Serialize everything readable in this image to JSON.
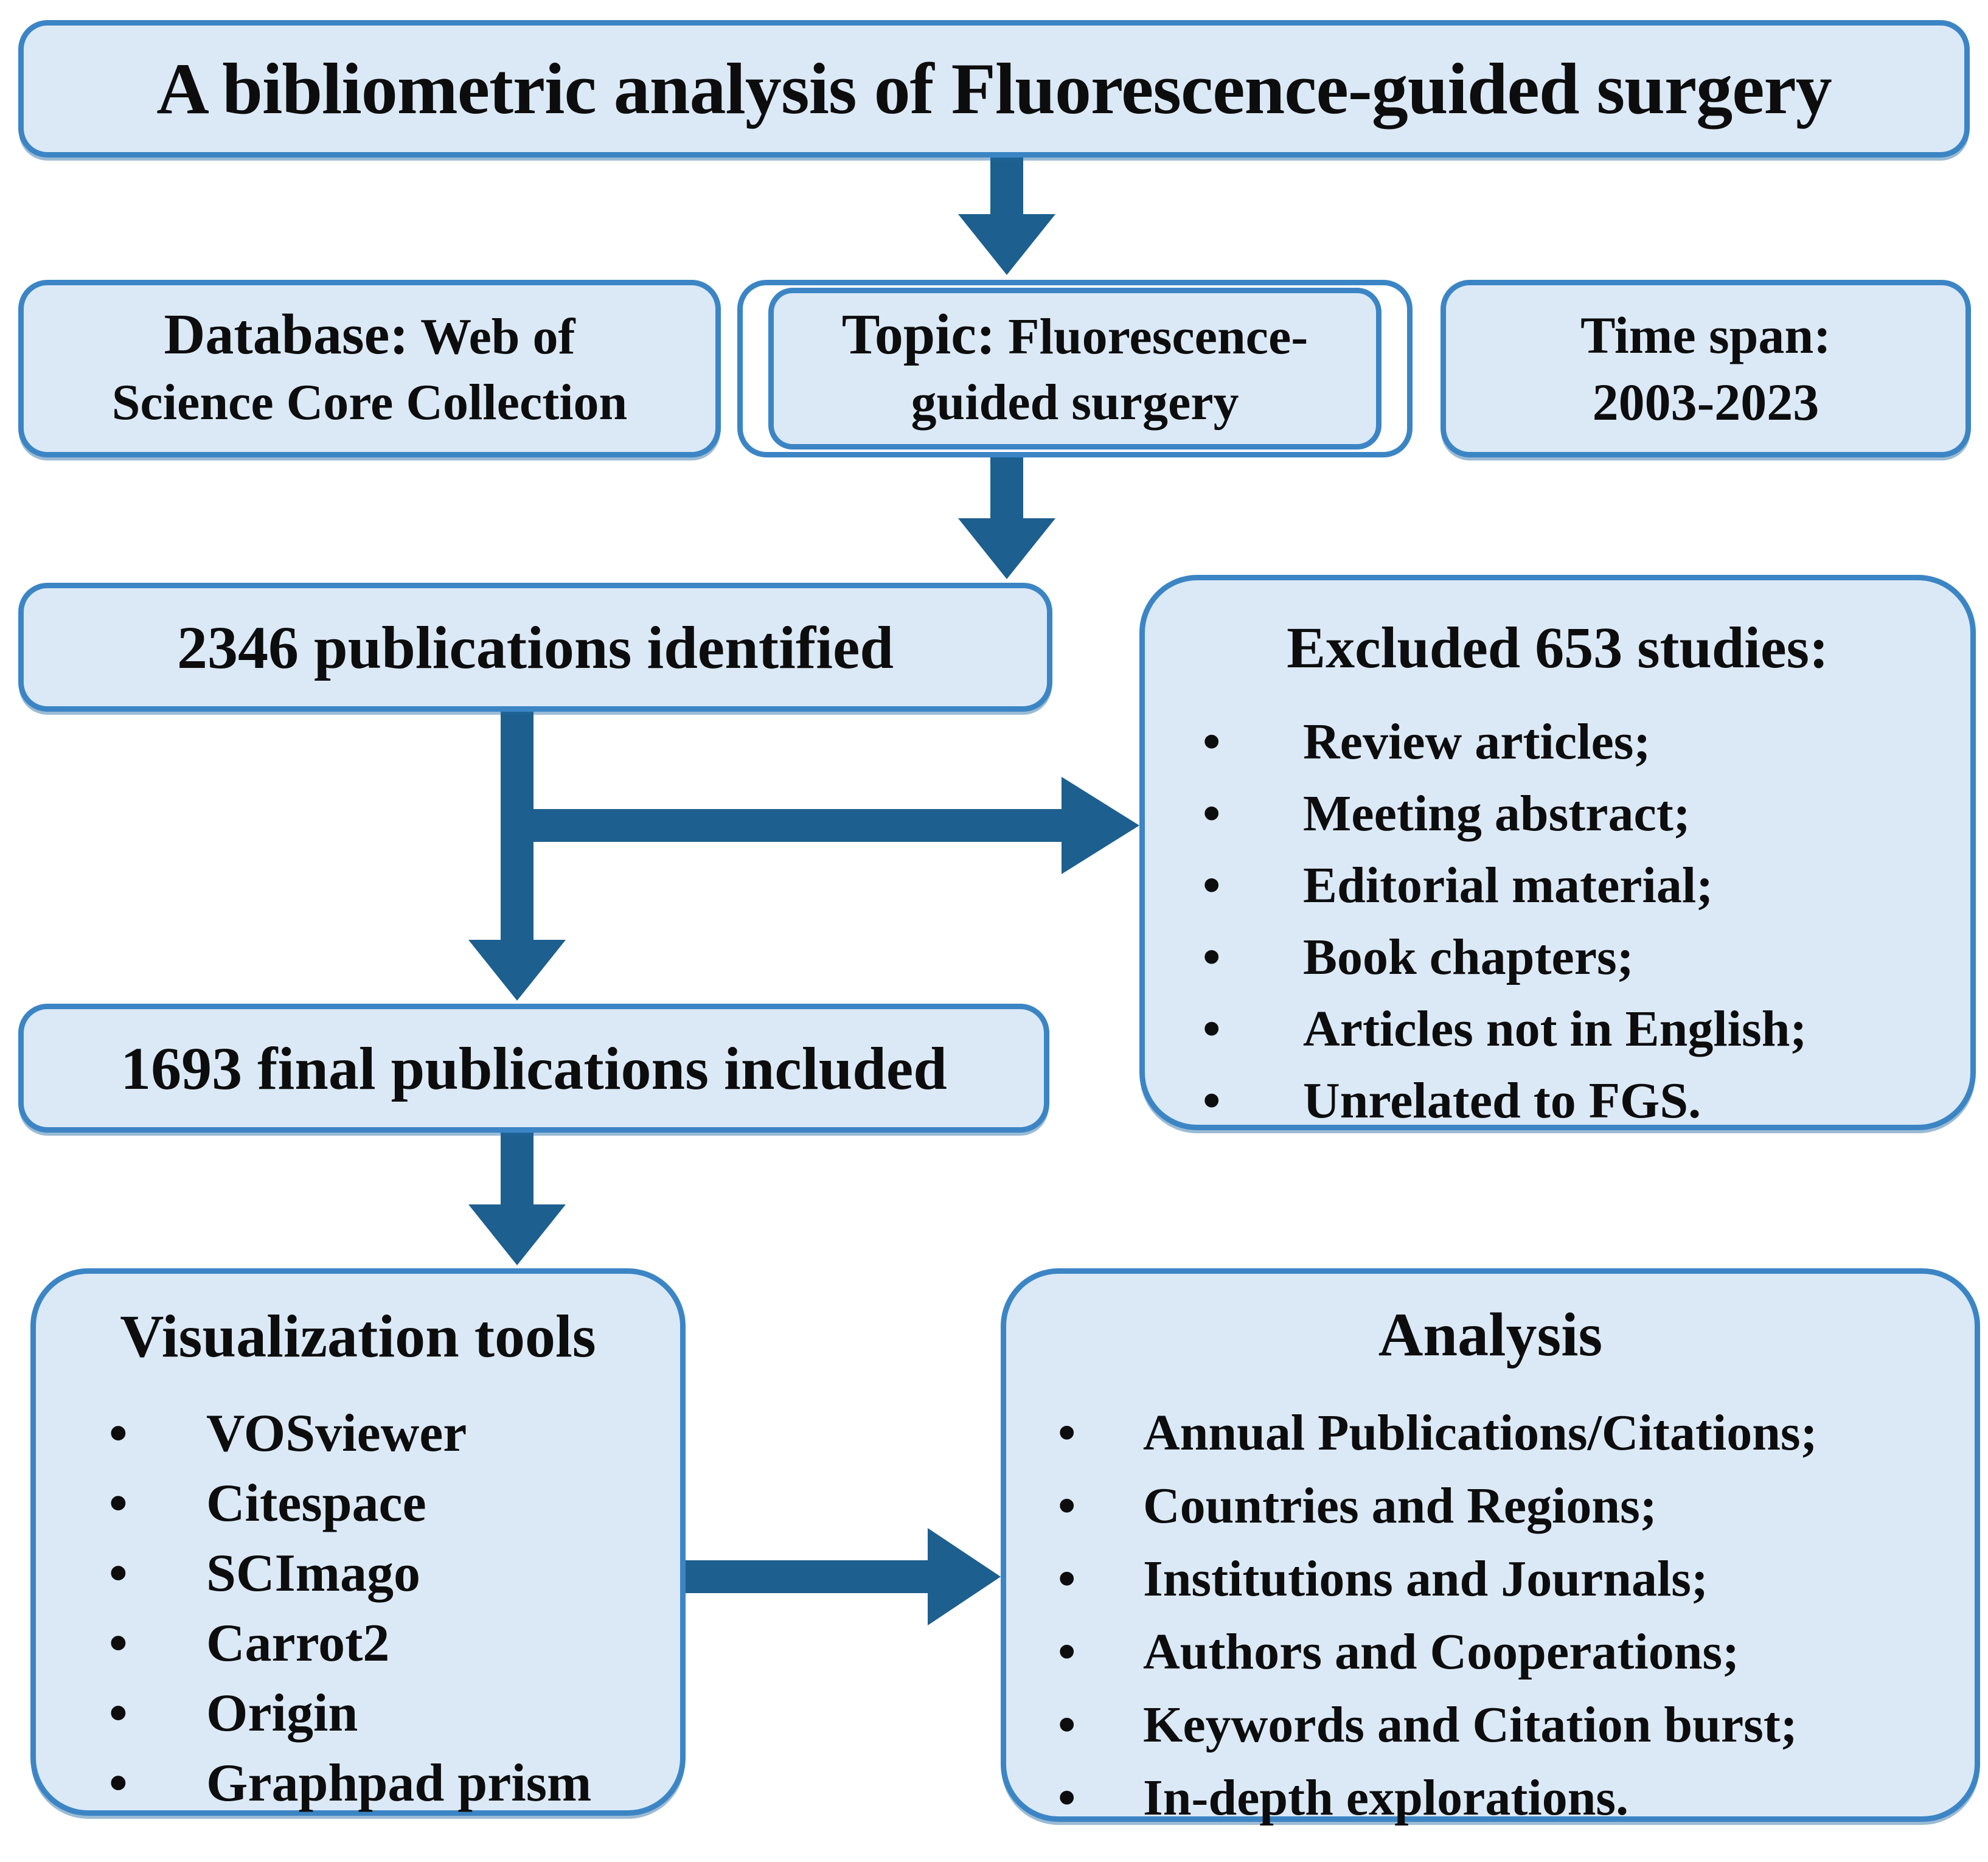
{
  "title": "A bibliometric analysis of Fluorescence-guided surgery",
  "row2": {
    "database": {
      "label": "Database:",
      "line1_rest": " Web of",
      "line2": "Science Core Collection"
    },
    "topic": {
      "label": "Topic:",
      "line1_rest": " Fluorescence-",
      "line2": "guided surgery"
    },
    "timespan": {
      "line1": "Time span:",
      "line2": "2003-2023"
    }
  },
  "identified": "2346 publications identified",
  "excluded": {
    "title": "Excluded 653 studies:",
    "bullet": "•",
    "items": [
      "Review articles;",
      "Meeting abstract;",
      "Editorial material;",
      "Book chapters;",
      "Articles not in English;",
      "Unrelated to FGS."
    ]
  },
  "included": "1693 final publications included",
  "tools": {
    "title": "Visualization tools",
    "bullet": "•",
    "items": [
      "VOSviewer",
      "Citespace",
      "SCImago",
      "Carrot2",
      "Origin",
      "Graphpad prism"
    ]
  },
  "analysis": {
    "title": "Analysis",
    "bullet": "•",
    "items": [
      "Annual Publications/Citations;",
      "Countries and Regions;",
      "Institutions and Journals;",
      "Authors and Cooperations;",
      "Keywords and Citation burst;",
      "In-depth explorations."
    ]
  },
  "colors": {
    "box_fill": "#dbe9f7",
    "box_border": "#3c85c5",
    "arrow": "#1d5f8f",
    "text": "#0d0d0d"
  }
}
